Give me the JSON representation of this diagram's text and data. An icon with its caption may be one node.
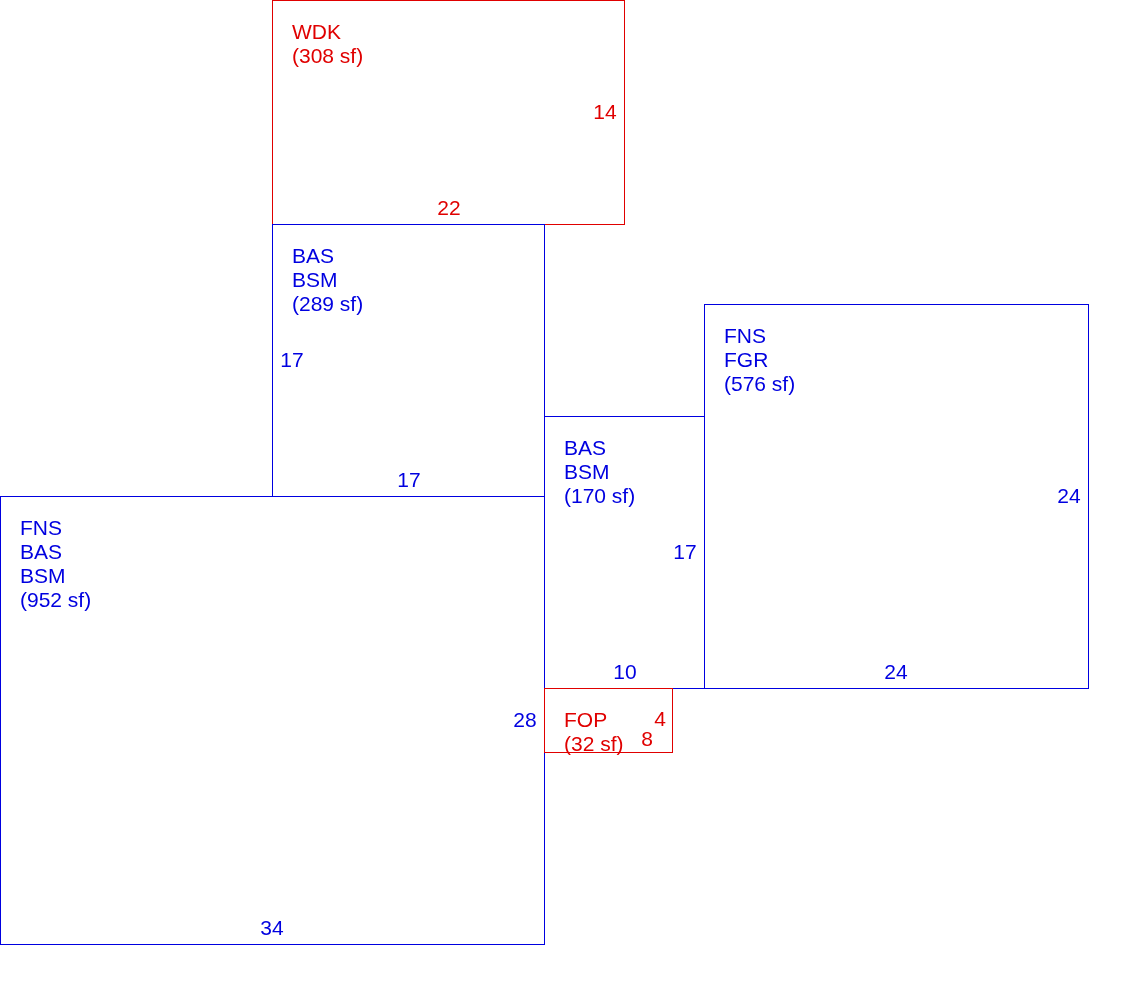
{
  "diagram": {
    "nodes": [
      {
        "text": [
          "WDK",
          "(308 sf)",
          "14",
          "22"
        ]
      },
      {
        "text": [
          "BAS",
          "BSM",
          "(289 sf)",
          "17",
          "17"
        ]
      },
      {
        "text": [
          "FNS",
          "FGR",
          "(576 sf)",
          "24",
          "24"
        ]
      },
      {
        "text": [
          "BAS",
          "BSM",
          "(170 sf)",
          "17",
          "10"
        ]
      },
      {
        "text": [
          "FNS",
          "BAS",
          "BSM",
          "(952 sf)",
          "28",
          "34"
        ]
      },
      {
        "text": [
          "FOP",
          "(32 sf)",
          "4",
          "8"
        ]
      }
    ]
  }
}
